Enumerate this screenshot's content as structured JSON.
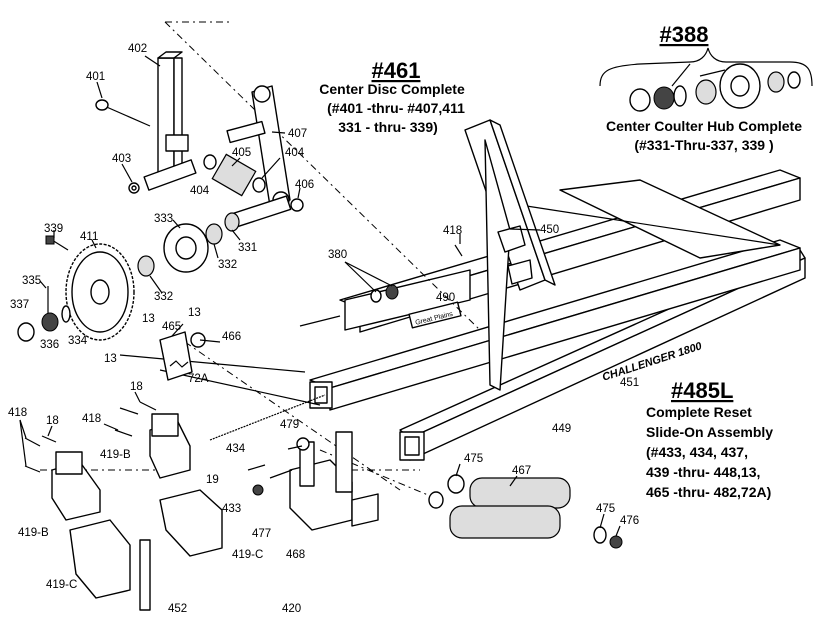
{
  "assemblies": {
    "a461": {
      "number": "#461",
      "lines": [
        "Center Disc Complete",
        "(#401 -thru- #407,411",
        "331 - thru- 339)"
      ]
    },
    "a388": {
      "number": "#388",
      "lines": [
        "Center Coulter Hub Complete",
        "(#331-Thru-337, 339 )"
      ]
    },
    "a485": {
      "number": "#485L",
      "lines": [
        "Complete Reset",
        "Slide-On Assembly",
        "(#433, 434, 437,",
        "439 -thru- 448,13,",
        "465 -thru- 482,72A)"
      ]
    }
  },
  "frame_text": {
    "challenger": "CHALLENGER 1800",
    "brand": "Great Plains"
  },
  "parts": [
    {
      "id": "402",
      "text": "402"
    },
    {
      "id": "401",
      "text": "401"
    },
    {
      "id": "403",
      "text": "403"
    },
    {
      "id": "405",
      "text": "405"
    },
    {
      "id": "407",
      "text": "407"
    },
    {
      "id": "404a",
      "text": "404"
    },
    {
      "id": "404b",
      "text": "404"
    },
    {
      "id": "406",
      "text": "406"
    },
    {
      "id": "339",
      "text": "339"
    },
    {
      "id": "411",
      "text": "411"
    },
    {
      "id": "333",
      "text": "333"
    },
    {
      "id": "331",
      "text": "331"
    },
    {
      "id": "332a",
      "text": "332"
    },
    {
      "id": "332b",
      "text": "332"
    },
    {
      "id": "335",
      "text": "335"
    },
    {
      "id": "337",
      "text": "337"
    },
    {
      "id": "336",
      "text": "336"
    },
    {
      "id": "334",
      "text": "334"
    },
    {
      "id": "13a",
      "text": "13"
    },
    {
      "id": "13b",
      "text": "13"
    },
    {
      "id": "13c",
      "text": "13"
    },
    {
      "id": "465",
      "text": "465"
    },
    {
      "id": "466",
      "text": "466"
    },
    {
      "id": "72A",
      "text": "72A"
    },
    {
      "id": "418a",
      "text": "418"
    },
    {
      "id": "380",
      "text": "380"
    },
    {
      "id": "490",
      "text": "490"
    },
    {
      "id": "450",
      "text": "450"
    },
    {
      "id": "451",
      "text": "451"
    },
    {
      "id": "449",
      "text": "449"
    },
    {
      "id": "18a",
      "text": "18"
    },
    {
      "id": "418b",
      "text": "418"
    },
    {
      "id": "18b",
      "text": "18"
    },
    {
      "id": "418c",
      "text": "418"
    },
    {
      "id": "419B1",
      "text": "419-B"
    },
    {
      "id": "419B2",
      "text": "419-B"
    },
    {
      "id": "479",
      "text": "479"
    },
    {
      "id": "434",
      "text": "434"
    },
    {
      "id": "19",
      "text": "19"
    },
    {
      "id": "433",
      "text": "433"
    },
    {
      "id": "477",
      "text": "477"
    },
    {
      "id": "468",
      "text": "468"
    },
    {
      "id": "475a",
      "text": "475"
    },
    {
      "id": "467",
      "text": "467"
    },
    {
      "id": "475b",
      "text": "475"
    },
    {
      "id": "476",
      "text": "476"
    },
    {
      "id": "419C1",
      "text": "419-C"
    },
    {
      "id": "419C2",
      "text": "419-C"
    },
    {
      "id": "452",
      "text": "452"
    },
    {
      "id": "420",
      "text": "420"
    }
  ]
}
